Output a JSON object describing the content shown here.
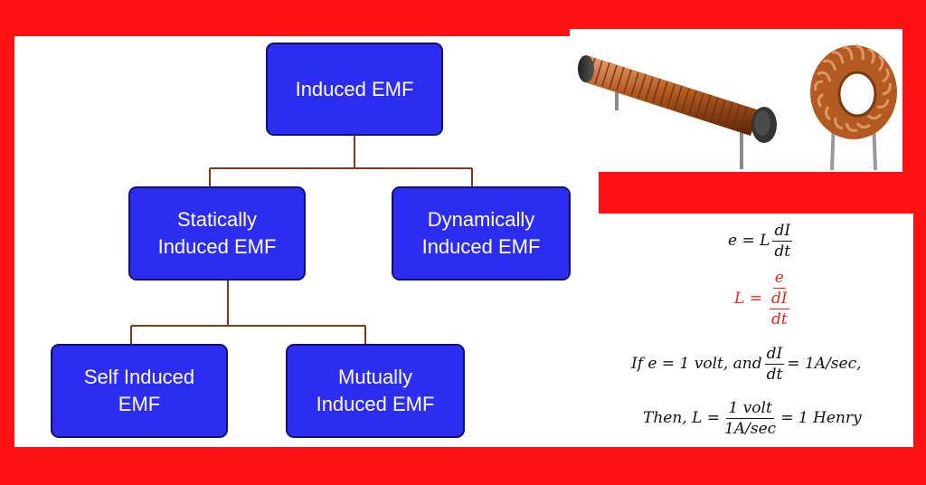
{
  "diagram": {
    "root": "Induced EMF",
    "level1_left": "Statically\nInduced EMF",
    "level1_right": "Dynamically\nInduced EMF",
    "level2_left": "Self Induced\nEMF",
    "level2_right": "Mutually\nInduced EMF"
  },
  "equations": {
    "eq1_lhs": "e = L",
    "eq1_num": "dI",
    "eq1_den": "dt",
    "eq2_lhs": "L =",
    "eq2_num": "e",
    "eq2_den_num": "dI",
    "eq2_den_den": "dt",
    "eq3_pre": "If e = 1 volt, and",
    "eq3_num": "dI",
    "eq3_den": "dt",
    "eq3_post": "= 1A/sec,",
    "eq4_pre": "Then, L =",
    "eq4_num": "1 volt",
    "eq4_den": "1A/sec",
    "eq4_post": "= 1 Henry"
  },
  "colors": {
    "background": "#ff1111",
    "node_fill": "#2d2df2",
    "connector": "#7a3a1a",
    "equation_highlight": "#e02a1a"
  },
  "images": [
    "solenoid-inductor-coil",
    "toroidal-inductor-coil"
  ]
}
